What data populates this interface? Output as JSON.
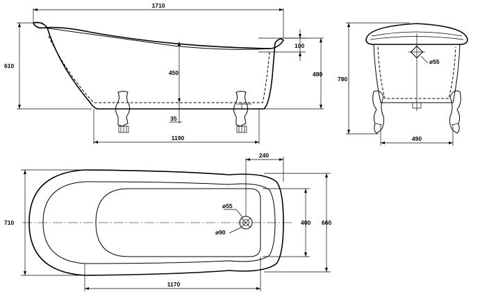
{
  "side_view": {
    "overall_length": "1710",
    "height": "610",
    "rim_thickness": "100",
    "internal_depth": "450",
    "outer_depth": "480",
    "waste_height": "35",
    "feet_spacing": "1190"
  },
  "end_view": {
    "total_height": "780",
    "waste_diameter": "ø55",
    "feet_width": "490"
  },
  "plan_view": {
    "overall_width": "710",
    "outer_width": "660",
    "inner_width": "400",
    "waste_offset": "240",
    "waste_diameter": "ø55",
    "overflow_diameter": "ø90",
    "internal_length": "1170"
  }
}
